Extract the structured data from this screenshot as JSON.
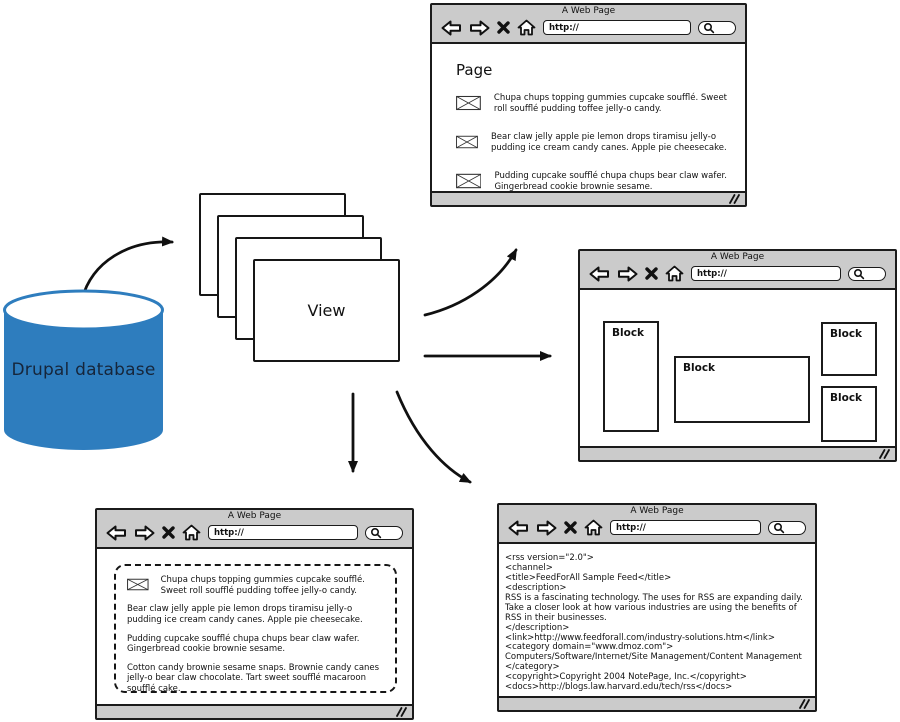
{
  "colors": {
    "database_blue": "#2e7dbe",
    "chrome_gray": "#cbcbcb",
    "ink": "#111111"
  },
  "database": {
    "label": "Drupal database"
  },
  "view_stack": {
    "label": "View",
    "card_count": 4
  },
  "chrome": {
    "title": "A Web Page",
    "url_value": "http://"
  },
  "icons": {
    "back": "left-block-arrow",
    "forward": "right-block-arrow",
    "stop": "x-cross",
    "home": "house-outline",
    "search": "magnifier",
    "image_placeholder": "crossed-rectangle",
    "resize_handle": "double-slash"
  },
  "windows": {
    "page": {
      "heading": "Page",
      "items": [
        {
          "text": "Chupa chups topping gummies cupcake soufflé. Sweet roll soufflé pudding toffee jelly-o candy."
        },
        {
          "text": "Bear claw jelly apple pie lemon drops tiramisu jelly-o pudding ice cream candy canes. Apple pie cheesecake."
        },
        {
          "text": "Pudding cupcake soufflé chupa chups bear claw wafer. Gingerbread cookie brownie sesame."
        }
      ]
    },
    "blocks": {
      "labels": [
        "Block",
        "Block",
        "Block",
        "Block"
      ]
    },
    "node": {
      "lead_text": "Chupa chups topping gummies cupcake soufflé. Sweet roll soufflé pudding toffee jelly-o candy.",
      "paragraphs": [
        "Bear claw jelly apple pie lemon drops tiramisu jelly-o pudding ice cream candy canes. Apple pie cheesecake.",
        "Pudding cupcake soufflé chupa chups bear claw wafer. Gingerbread cookie brownie sesame.",
        "Cotton candy brownie sesame snaps. Brownie candy canes jelly-o bear claw chocolate. Tart sweet soufflé macaroon soufflé cake."
      ]
    },
    "rss": {
      "lines": [
        "<rss version=\"2.0\">",
        "<channel>",
        "<title>FeedForAll Sample Feed</title>",
        "<description>",
        "RSS is a fascinating technology. The uses for RSS are expanding daily. Take a closer look at how various industries are using the benefits of RSS in their businesses.",
        "</description>",
        "<link>http://www.feedforall.com/industry-solutions.htm</link>",
        "<category domain=\"www.dmoz.com\">",
        "Computers/Software/Internet/Site Management/Content Management",
        "</category>",
        "<copyright>Copyright 2004 NotePage, Inc.</copyright>",
        "<docs>http://blogs.law.harvard.edu/tech/rss</docs>"
      ]
    }
  }
}
